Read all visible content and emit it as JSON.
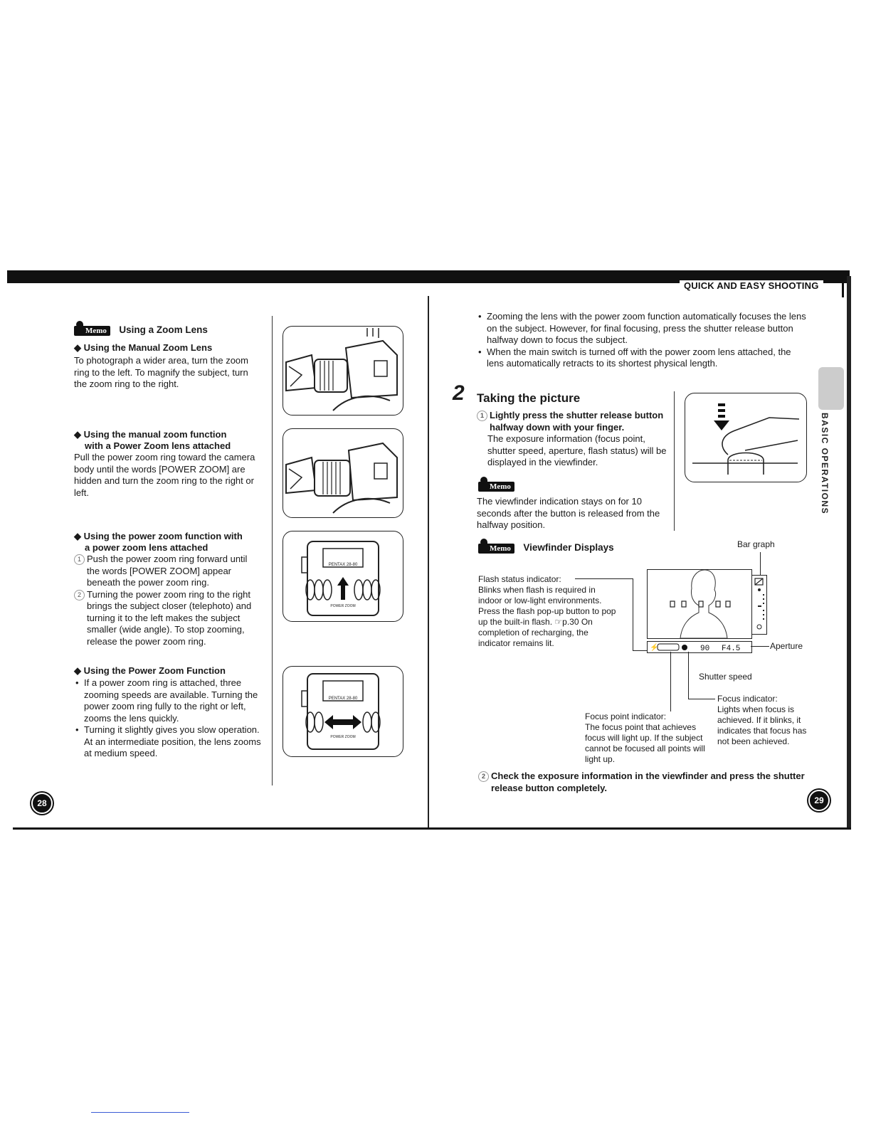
{
  "header": {
    "section": "QUICK AND EASY SHOOTING"
  },
  "left": {
    "memo_label": "Memo",
    "title": "Using a Zoom Lens",
    "manual": {
      "heading": "◆ Using the Manual Zoom Lens",
      "body": "To photograph a wider area, turn the zoom ring to the left. To magnify the subject, turn the zoom ring to the right."
    },
    "manual_power": {
      "heading_line1": "◆ Using the manual zoom function",
      "heading_line2": "with a Power Zoom lens attached",
      "body": "Pull the power zoom ring toward the camera body until the words [POWER ZOOM] are hidden and turn the zoom ring to the right or left."
    },
    "power_attached": {
      "heading_line1": "◆ Using the power zoom function with",
      "heading_line2": "a power zoom lens attached",
      "step1_num": "1",
      "step1": "Push the power zoom ring forward until the words [POWER ZOOM] appear beneath the power zoom ring.",
      "step2_num": "2",
      "step2": "Turning the power zoom ring to the right brings the subject closer (telephoto) and turning it to the left makes the subject smaller (wide angle). To stop zooming, release the power zoom ring."
    },
    "power_function": {
      "heading": "◆ Using the Power Zoom Function",
      "bullet1": "If a power zoom ring is attached, three zooming speeds are available. Turning the power zoom ring fully to the right or left, zooms the lens quickly.",
      "bullet2": "Turning it slightly gives you slow operation. At an intermediate position, the lens zooms at medium speed."
    },
    "lens_label": "PENTAX 28-80",
    "power_zoom_label": "POWER ZOOM",
    "page_number": "28"
  },
  "right": {
    "bullet1": "Zooming the lens with the power zoom function automatically focuses the lens on the subject. However, for final focusing, press the shutter release button halfway down to focus the subject.",
    "bullet2": "When the main switch is turned off with the power zoom lens attached, the lens automatically retracts to its shortest physical length.",
    "step_number": "2",
    "step_title": "Taking the picture",
    "sub1_num": "1",
    "sub1_bold": "Lightly press the shutter release button halfway down with your finger.",
    "sub1_body": "The exposure information (focus point, shutter speed, aperture, flash status) will be displayed in the viewfinder.",
    "memo_label": "Memo",
    "memo_text": "The viewfinder indication stays on for 10 seconds after the button is released from the halfway position.",
    "vf_title": "Viewfinder Displays",
    "bar_graph": "Bar graph",
    "flash_label": "Flash status indicator:",
    "flash_body": "Blinks when flash is required in indoor or low-light environments. Press the flash pop-up button to pop up the built-in flash. ☞p.30 On completion of recharging, the indicator remains lit.",
    "aperture": "Aperture",
    "shutter_speed": "Shutter speed",
    "lcd_shutter": "90",
    "lcd_aperture": "F4.5",
    "focus_ind_label": "Focus indicator:",
    "focus_ind_body": "Lights when focus is achieved. If it blinks, it indicates that focus has not been achieved.",
    "focus_point_label": "Focus point indicator:",
    "focus_point_body": "The focus point that achieves focus will light up. If the subject cannot be focused all points will light up.",
    "sub2_num": "2",
    "sub2": "Check the exposure information in the viewfinder and press the shutter release button completely.",
    "side_tab": "BASIC OPERATIONS",
    "page_number": "29"
  }
}
